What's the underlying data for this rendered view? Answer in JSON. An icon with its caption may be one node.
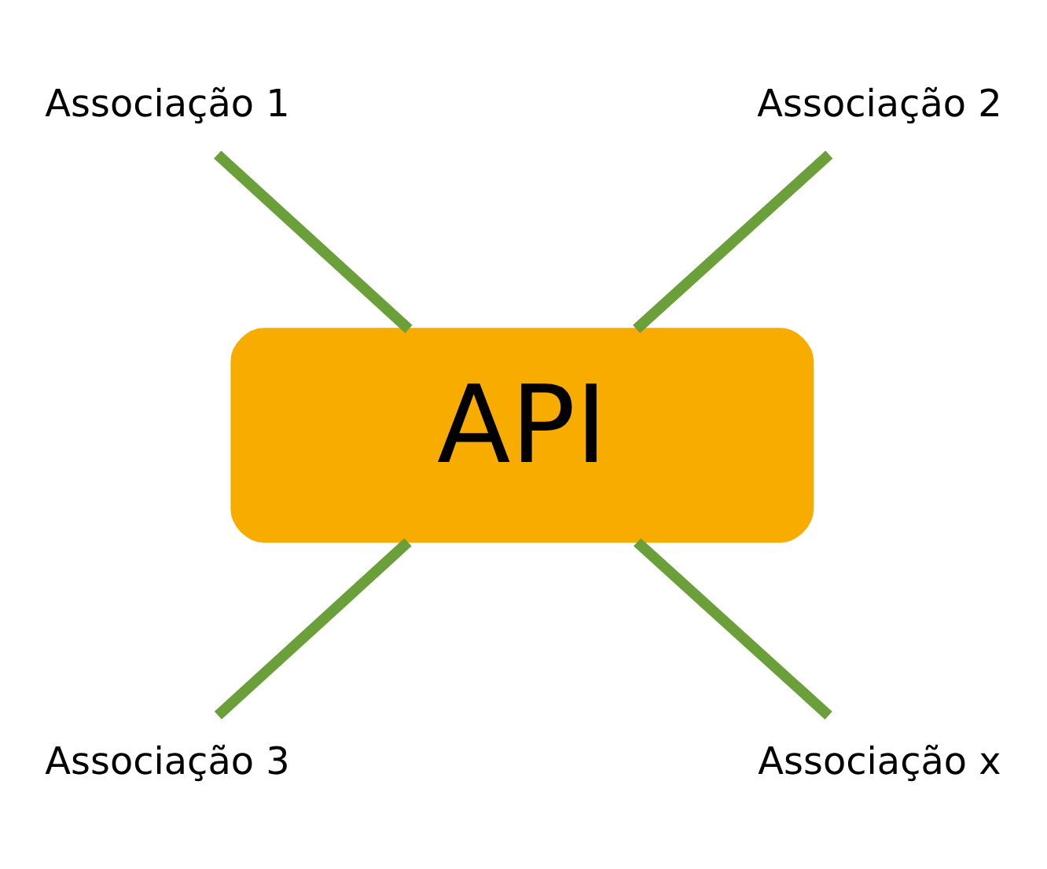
{
  "diagram": {
    "nodes": [
      {
        "text": [
          "Associação 1"
        ]
      },
      {
        "text": [
          "Associação 2"
        ]
      },
      {
        "text": [
          "API"
        ]
      },
      {
        "text": [
          "Associação 3"
        ]
      },
      {
        "text": [
          "Associação x"
        ]
      }
    ],
    "edges": [
      {
        "from": 0,
        "to": 2,
        "arrow": "none"
      },
      {
        "from": 1,
        "to": 2,
        "arrow": "none"
      },
      {
        "from": 2,
        "to": 3,
        "arrow": "none"
      },
      {
        "from": 2,
        "to": 4,
        "arrow": "none"
      }
    ]
  }
}
